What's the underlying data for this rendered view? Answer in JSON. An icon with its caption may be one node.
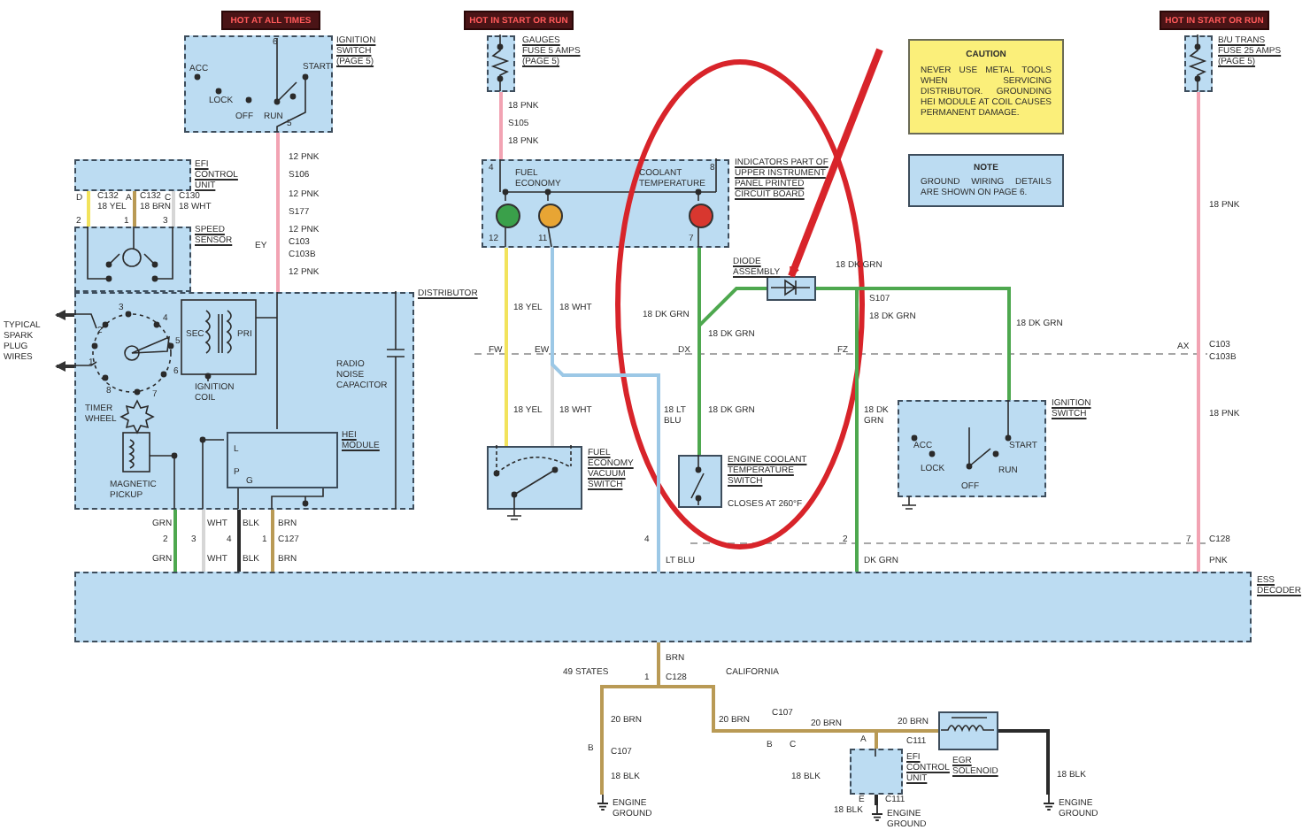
{
  "diagram": {
    "nodes": [
      {
        "text": [
          "HOT AT ALL TIMES"
        ]
      },
      {
        "text": [
          "ACC",
          "LOCK",
          "OFF",
          "RUN",
          "START"
        ],
        "beside": [
          "IGNITION SWITCH (PAGE 5)"
        ]
      },
      {
        "text": [
          "HOT IN START OR RUN"
        ]
      },
      {
        "text": [],
        "shape": "box",
        "beside": [
          "GAUGES FUSE 5 AMPS (PAGE 5)"
        ]
      },
      {
        "text": [],
        "shape": "box",
        "beside": [
          "EFI CONTROL UNIT"
        ]
      },
      {
        "text": [],
        "shape": "box",
        "beside": [
          "SPEED SENSOR"
        ]
      },
      {
        "text": [],
        "shape": "box",
        "beside": [
          "DISTRIBUTOR"
        ]
      },
      {
        "text": [
          "L",
          "P",
          "G"
        ],
        "in": 6,
        "beside": [
          "HEI MODULE"
        ]
      },
      {
        "text": [
          "FUEL ECONOMY",
          "COOLANT TEMPERATURE"
        ],
        "beside": [
          "INDICATORS PART OF UPPER INSTRUMENT PANEL PRINTED CIRCUIT BOARD"
        ]
      },
      {
        "text": [],
        "shape": "circle",
        "in": 8
      },
      {
        "text": [],
        "shape": "circle",
        "in": 8
      },
      {
        "text": [],
        "shape": "circle",
        "in": 8
      },
      {
        "text": [],
        "shape": "box",
        "beside": [
          "DIODE ASSEMBLY"
        ]
      },
      {
        "text": [],
        "shape": "box",
        "beside": [
          "FUEL ECONOMY VACUUM SWITCH"
        ]
      },
      {
        "text": [],
        "shape": "box",
        "beside": [
          "ENGINE COOLANT TEMPERATURE SWITCH",
          "CLOSES AT 260°F"
        ]
      },
      {
        "text": [
          "ACC",
          "LOCK",
          "OFF",
          "RUN",
          "START"
        ],
        "beside": [
          "IGNITION SWITCH"
        ]
      },
      {
        "text": [
          "HOT IN START OR RUN"
        ]
      },
      {
        "text": [],
        "shape": "box",
        "beside": [
          "B/U TRANS FUSE 25 AMPS (PAGE 5)"
        ]
      },
      {
        "text": [
          "CAUTION",
          "NEVER USE METAL TOOLS WHEN SERVICING DISTRIBUTOR. GROUNDING HEI MODULE AT COIL CAUSES PERMANENT DAMAGE."
        ]
      },
      {
        "text": [
          "NOTE",
          "GROUND WIRING DETAILS ARE SHOWN ON PAGE 6."
        ]
      },
      {
        "text": [],
        "shape": "box",
        "beside": [
          "ESS DECODER"
        ]
      },
      {
        "text": [],
        "shape": "box",
        "beside": [
          "EFI CONTROL UNIT"
        ]
      },
      {
        "text": [],
        "shape": "box",
        "beside": [
          "EGR SOLENOID"
        ]
      },
      {
        "text": [
          "ENGINE GROUND"
        ]
      },
      {
        "text": [
          "ENGINE GROUND"
        ]
      },
      {
        "text": [
          "ENGINE GROUND"
        ]
      },
      {
        "text": [
          "TYPICAL SPARK PLUG WIRES"
        ]
      }
    ],
    "edges": [
      {
        "from": 1,
        "to": 6,
        "arrow": "none",
        "color": "#f2a3b3"
      },
      {
        "from": 4,
        "to": 5,
        "arrow": "none",
        "color": "#f2e35c"
      },
      {
        "from": 4,
        "to": 5,
        "arrow": "none",
        "color": "#b99a55"
      },
      {
        "from": 4,
        "to": 5,
        "arrow": "none",
        "color": "#d6d6d6"
      },
      {
        "from": 3,
        "to": 8,
        "arrow": "none",
        "color": "#f2a3b3"
      },
      {
        "from": 8,
        "to": 13,
        "arrow": "none",
        "color": "#f2e35c"
      },
      {
        "from": 8,
        "to": 13,
        "arrow": "none",
        "color": "#d6d6d6"
      },
      {
        "from": 8,
        "to": 20,
        "arrow": "none",
        "color": "#9cc8e6"
      },
      {
        "from": 8,
        "to": 14,
        "arrow": "none",
        "color": "#4ea84f"
      },
      {
        "from": 8,
        "to": 12,
        "arrow": "none",
        "color": "#4ea84f"
      },
      {
        "from": 12,
        "to": 15,
        "arrow": "none",
        "color": "#4ea84f"
      },
      {
        "from": 12,
        "to": 20,
        "arrow": "none",
        "color": "#4ea84f"
      },
      {
        "from": 17,
        "to": 20,
        "arrow": "none",
        "color": "#f2a3b3"
      },
      {
        "from": 6,
        "to": 20,
        "arrow": "none",
        "color": "#4ea84f"
      },
      {
        "from": 6,
        "to": 20,
        "arrow": "none",
        "color": "#d6d6d6"
      },
      {
        "from": 6,
        "to": 20,
        "arrow": "none",
        "color": "#2a2a2a"
      },
      {
        "from": 6,
        "to": 20,
        "arrow": "none",
        "color": "#b99a55"
      },
      {
        "from": 20,
        "to": 23,
        "arrow": "none",
        "color": "#b99a55"
      },
      {
        "from": 20,
        "to": 21,
        "arrow": "none",
        "color": "#b99a55"
      },
      {
        "from": 21,
        "to": 22,
        "arrow": "none",
        "color": "#b99a55"
      },
      {
        "from": 21,
        "to": 24,
        "arrow": "none",
        "color": "#2a2a2a"
      },
      {
        "from": 22,
        "to": 25,
        "arrow": "none",
        "color": "#2a2a2a"
      },
      {
        "from": 6,
        "to": 26,
        "arrow": "to",
        "color": "#333333"
      },
      {
        "from": 6,
        "to": 26,
        "arrow": "to",
        "color": "#333333"
      },
      {
        "from": null,
        "to": 12,
        "arrow": "to",
        "style": "thick",
        "color": "#d8242a"
      }
    ],
    "labels": [
      "6",
      "5",
      "12 PNK",
      "S106",
      "12 PNK",
      "S177",
      "12 PNK",
      "EY",
      "C103",
      "C103B",
      "12 PNK",
      "D",
      "C132",
      "18 YEL",
      "A",
      "C132",
      "18 BRN",
      "C",
      "C130",
      "18 WHT",
      "2",
      "1",
      "3",
      "1",
      "2",
      "3",
      "4",
      "5",
      "6",
      "7",
      "8",
      "SEC",
      "PRI",
      "IGNITION COIL",
      "RADIO NOISE CAPACITOR",
      "TIMER WHEEL",
      "MAGNETIC PICKUP",
      "GRN",
      "2",
      "GRN",
      "WHT",
      "3",
      "WHT",
      "BLK",
      "4",
      "BLK",
      "BRN",
      "1",
      "C127",
      "BRN",
      "18 PNK",
      "S105",
      "18 PNK",
      "4",
      "8",
      "12",
      "11",
      "7",
      "18 DK GRN",
      "18 YEL",
      "18 WHT",
      "18 DK GRN",
      "S107",
      "18 DK GRN",
      "18 DK GRN",
      "18 DK GRN",
      "FW",
      "EW",
      "DX",
      "FZ",
      "AX",
      "C103",
      "C103B",
      "18 PNK",
      "18 YEL",
      "18 WHT",
      "18 LT BLU",
      "18 DK GRN",
      "18 DK GRN",
      "18 PNK",
      "4",
      "LT BLU",
      "2",
      "DK GRN",
      "7",
      "C128",
      "PNK",
      "BRN",
      "49 STATES",
      "1",
      "C128",
      "CALIFORNIA",
      "20 BRN",
      "B",
      "C107",
      "18 BLK",
      "20 BRN",
      "C107",
      "B",
      "C",
      "20 BRN",
      "A",
      "20 BRN",
      "C111",
      "18 BLK",
      "E",
      "C111",
      "18 BLK",
      "18 BLK"
    ]
  }
}
